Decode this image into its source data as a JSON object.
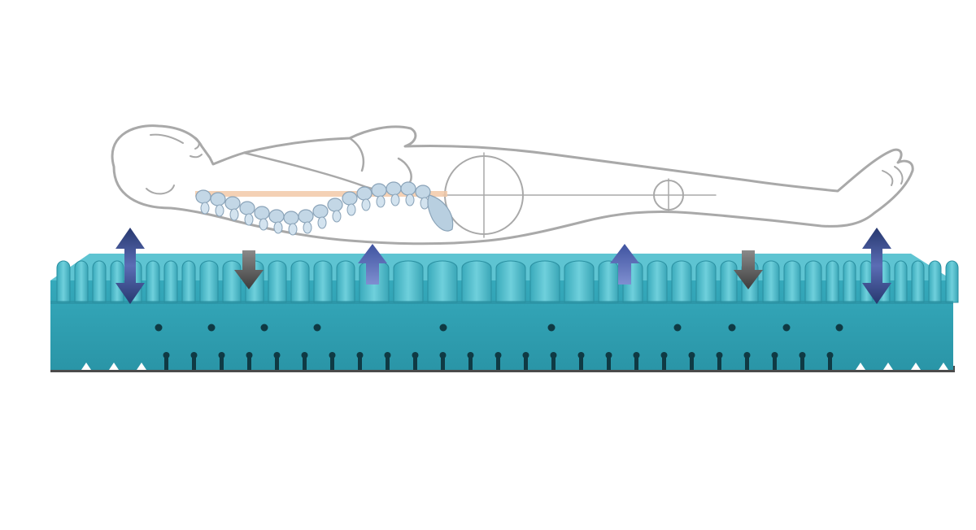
{
  "diagram": {
    "figure": "person-lying-supine",
    "object": "zoned-foam-mattress",
    "colors": {
      "background": "#ffffff",
      "outline": "#a9a9a9",
      "spine": "#b8cfe0",
      "spine_line": "#f2c9a8",
      "foam_top": "#4cb9c8",
      "foam_side": "#2fa1b3",
      "foam_dark": "#1f7f90",
      "arrow_blue": "#4a5ea8",
      "arrow_navy": "#2c3f78",
      "arrow_gray": "#5a5a5a"
    },
    "arrows": [
      {
        "name": "head-zone-arrow",
        "direction": "both",
        "color": "navy",
        "icon": "double-arrow-icon"
      },
      {
        "name": "shoulder-zone-arrow",
        "direction": "down",
        "color": "gray",
        "icon": "down-arrow-icon"
      },
      {
        "name": "waist-zone-arrow",
        "direction": "up",
        "color": "blue",
        "icon": "up-arrow-icon"
      },
      {
        "name": "thigh-zone-arrow",
        "direction": "up",
        "color": "blue",
        "icon": "up-arrow-icon"
      },
      {
        "name": "calf-zone-arrow",
        "direction": "down",
        "color": "gray",
        "icon": "down-arrow-icon"
      },
      {
        "name": "foot-zone-arrow",
        "direction": "both",
        "color": "navy",
        "icon": "double-arrow-icon"
      }
    ]
  }
}
